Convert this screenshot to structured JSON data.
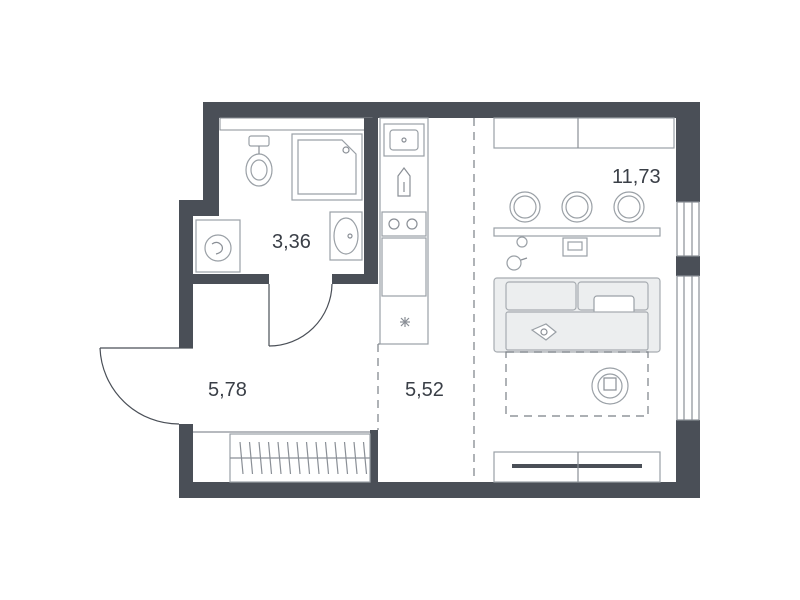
{
  "rooms": {
    "bathroom": {
      "area": "3,36"
    },
    "hallway": {
      "area": "5,78"
    },
    "kitchen": {
      "area": "5,52"
    },
    "living_room": {
      "area": "11,73"
    }
  },
  "colors": {
    "wall": "#4a4f57",
    "text": "#3a3f47",
    "furniture_stroke": "#9aa0a6",
    "furniture_fill": "#eceeef"
  }
}
